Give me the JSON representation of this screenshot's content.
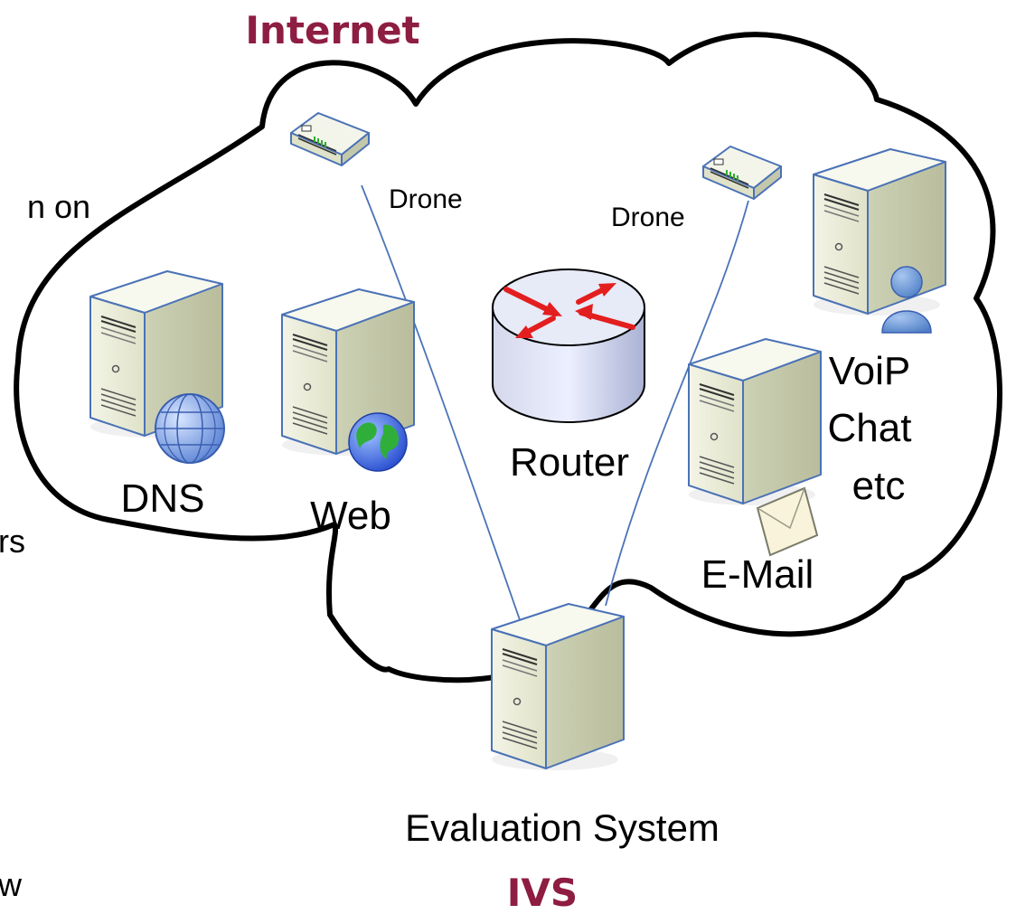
{
  "colors": {
    "title": "#8e1d42",
    "cloud_stroke": "#000000",
    "link_line": "#4a74b8",
    "server_light": "#e8ebd8",
    "server_dark": "#c9cdb0",
    "server_edge": "#4a72b6",
    "router_body": "#c7cde6",
    "router_arrows": "#e31e1e",
    "globe": "#2a4fd0"
  },
  "titles": {
    "internet": "Internet",
    "ivs": "IVS"
  },
  "labels": {
    "drone_left": "Drone",
    "drone_right": "Drone",
    "dns": "DNS",
    "web": "Web",
    "router": "Router",
    "voip_line1": "VoiP",
    "voip_line2": "Chat",
    "voip_line3": "etc",
    "email": "E-Mail",
    "evaluation": "Evaluation System"
  },
  "left_edge_fragments": {
    "f1": "n on",
    "f2": "rs",
    "f3": "w"
  },
  "icons": {
    "drone": "network-device-icon",
    "dns": "globe-wireframe-icon",
    "web": "earth-icon",
    "router": "router-icon",
    "voip": "user-icon",
    "email": "envelope-icon"
  }
}
